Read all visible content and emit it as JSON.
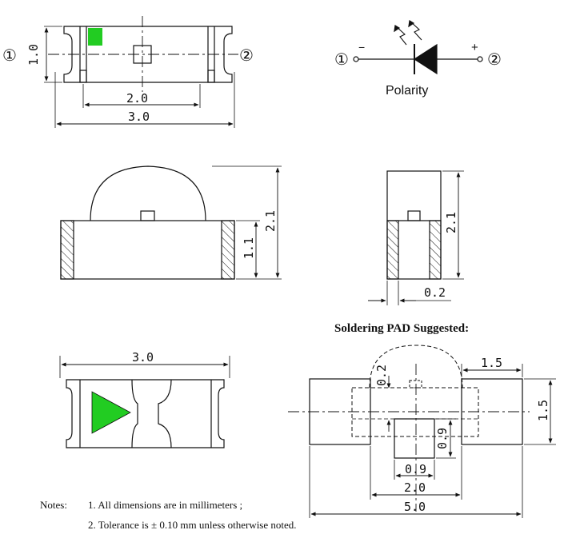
{
  "top_view": {
    "pin1": "①",
    "pin2": "②",
    "dim_height": "1.0",
    "dim_inner": "2.0",
    "dim_overall": "3.0"
  },
  "polarity": {
    "pin1": "①",
    "pin2": "②",
    "minus": "−",
    "plus": "+",
    "label": "Polarity"
  },
  "side_view": {
    "dim_total_height": "2.1",
    "dim_body_height": "1.1"
  },
  "end_view": {
    "dim_total_height": "2.1",
    "dim_terminal": "0.2"
  },
  "bottom_view": {
    "dim_length": "3.0"
  },
  "pad": {
    "title": "Soldering PAD Suggested:",
    "dim_pad_width": "1.5",
    "dim_pad_height": "1.5",
    "dim_gap": "0.2",
    "dim_center_h": "0.9",
    "dim_center_w": "0.9",
    "dim_inner": "2.0",
    "dim_overall": "5.0"
  },
  "notes": {
    "heading": "Notes:",
    "line1": "1. All dimensions are in millimeters ;",
    "line2": "2. Tolerance is ± 0.10 mm unless otherwise noted."
  },
  "colors": {
    "led_green": "#22cc22",
    "line": "#111111"
  }
}
